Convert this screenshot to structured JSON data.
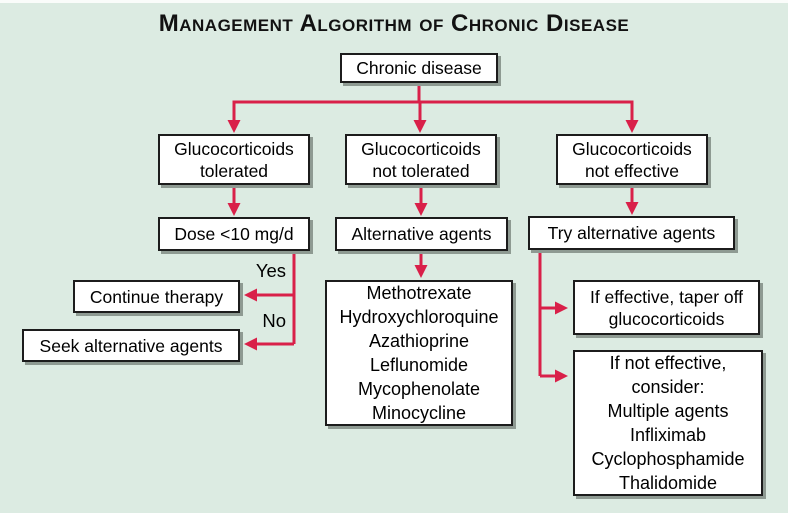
{
  "title": "Management Algorithm of Chronic Disease",
  "colors": {
    "background": "#dcebe2",
    "arrow": "#d92049",
    "box_border": "#1c1c1c",
    "box_shadow": "#8e9a92",
    "text": "#000000"
  },
  "nodes": {
    "root": "Chronic disease",
    "branch_tolerated": "Glucocorticoids tolerated",
    "branch_not_tolerated": "Glucocorticoids not tolerated",
    "branch_not_effective": "Glucocorticoids not effective",
    "dose": "Dose <10 mg/d",
    "alternative_agents": "Alternative agents",
    "try_alternative_agents": "Try alternative agents",
    "continue_therapy": "Continue therapy",
    "seek_alternative_agents": "Seek alternative agents",
    "drug_list": [
      "Methotrexate",
      "Hydroxychloroquine",
      "Azathioprine",
      "Leflunomide",
      "Mycophenolate",
      "Minocycline"
    ],
    "if_effective": "If effective, taper off glucocorticoids",
    "if_not_effective_intro": "If not effective, consider:",
    "if_not_effective_options": [
      "Multiple agents",
      "Infliximab",
      "Cyclophosphamide",
      "Thalidomide"
    ]
  },
  "edge_labels": {
    "yes": "Yes",
    "no": "No"
  }
}
